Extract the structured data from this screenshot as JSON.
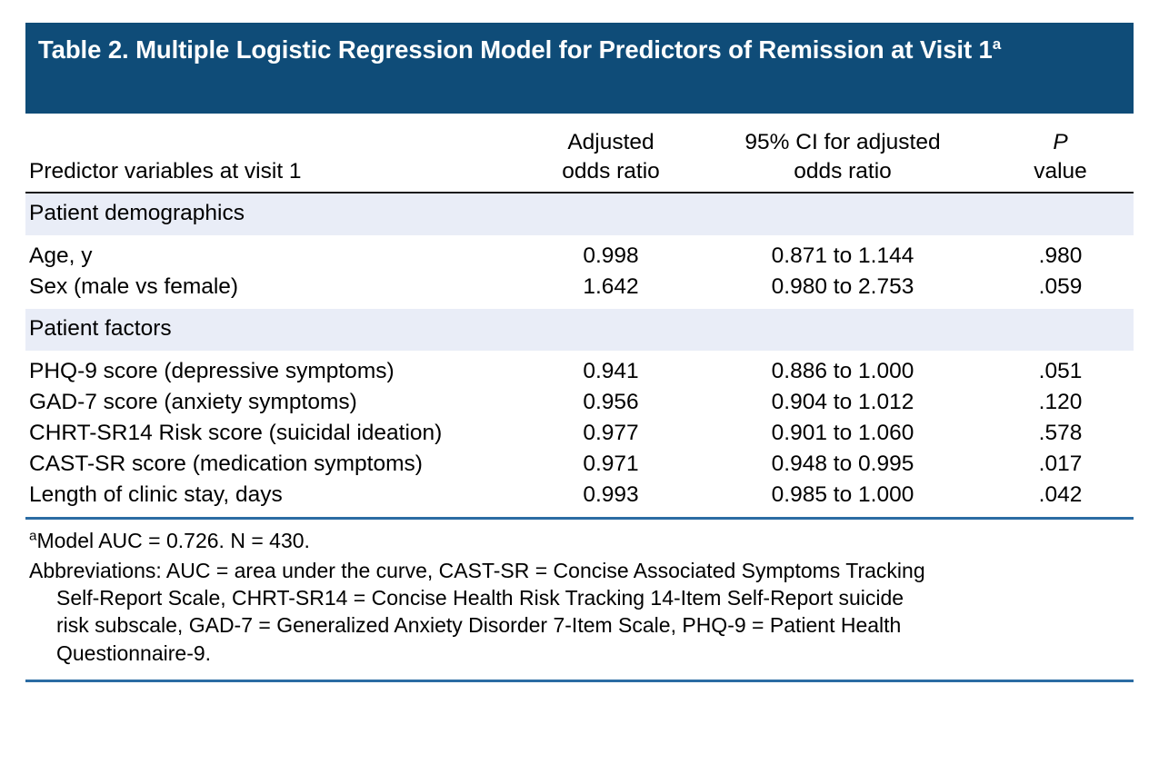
{
  "table": {
    "title_main": "Table 2. Multiple Logistic Regression Model for Predictors of Remission at Visit 1",
    "title_superscript": "a",
    "header_bar_color": "#0f4c78",
    "section_band_color": "#e9edf7",
    "rule_blue_color": "#2b6ca3",
    "rule_black_color": "#1a1a1a",
    "columns": {
      "predictor": "Predictor variables at visit 1",
      "odds_ratio_line1": "Adjusted",
      "odds_ratio_line2": "odds ratio",
      "ci_line1": "95% CI for adjusted",
      "ci_line2": "odds ratio",
      "p_line1": "P",
      "p_line2": "value"
    },
    "sections": [
      {
        "band_label": "Patient demographics",
        "rows": [
          {
            "predictor": "Age, y",
            "odds_ratio": "0.998",
            "ci": "0.871 to 1.144",
            "p_value": ".980"
          },
          {
            "predictor": "Sex (male vs female)",
            "odds_ratio": "1.642",
            "ci": "0.980 to 2.753",
            "p_value": ".059"
          }
        ]
      },
      {
        "band_label": "Patient factors",
        "rows": [
          {
            "predictor": "PHQ-9 score (depressive symptoms)",
            "odds_ratio": "0.941",
            "ci": "0.886 to 1.000",
            "p_value": ".051"
          },
          {
            "predictor": "GAD-7 score (anxiety symptoms)",
            "odds_ratio": "0.956",
            "ci": "0.904 to 1.012",
            "p_value": ".120"
          },
          {
            "predictor": "CHRT-SR14 Risk score (suicidal ideation)",
            "odds_ratio": "0.977",
            "ci": "0.901 to 1.060",
            "p_value": ".578"
          },
          {
            "predictor": "CAST-SR score (medication symptoms)",
            "odds_ratio": "0.971",
            "ci": "0.948 to 0.995",
            "p_value": ".017"
          },
          {
            "predictor": "Length of clinic stay, days",
            "odds_ratio": "0.993",
            "ci": "0.985 to 1.000",
            "p_value": ".042"
          }
        ]
      }
    ],
    "footnotes": {
      "marker": "a",
      "note_a": "Model AUC = 0.726. N = 430.",
      "abbreviations_line1": "Abbreviations: AUC = area under the curve, CAST-SR = Concise Associated Symptoms Tracking",
      "abbreviations_line2": "Self-Report Scale, CHRT-SR14 = Concise Health Risk Tracking 14-Item Self-Report suicide",
      "abbreviations_line3": "risk subscale, GAD-7 = Generalized Anxiety Disorder 7-Item Scale, PHQ-9 = Patient Health",
      "abbreviations_line4": "Questionnaire-9."
    }
  }
}
